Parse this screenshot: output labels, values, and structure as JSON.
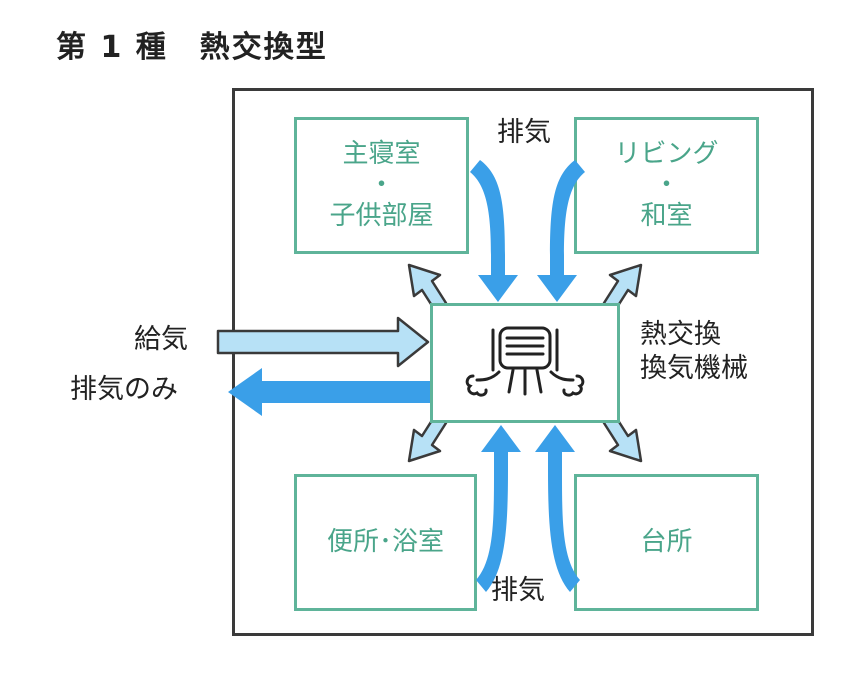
{
  "title": "第 1 種　熱交換型",
  "rooms": {
    "top_left": [
      "主寝室",
      "・",
      "子供部屋"
    ],
    "top_right": [
      "リビング",
      "・",
      "和室"
    ],
    "bottom_left": [
      "便所･浴室"
    ],
    "bottom_right": [
      "台所"
    ]
  },
  "labels": {
    "exhaust_top": "排気",
    "exhaust_bottom": "排気",
    "supply": "給気",
    "exhaust_only": "排気のみ",
    "machine_line1": "熱交換",
    "machine_line2": "換気機械"
  },
  "icons": {
    "machine": "heat-exchanger-icon"
  },
  "colors": {
    "room_border": "#5fb49a",
    "room_text": "#4aa58a",
    "exhaust_arrow": "#3a9fe8",
    "supply_arrow": "#b7e1f6",
    "outline": "#3a3a3a"
  }
}
